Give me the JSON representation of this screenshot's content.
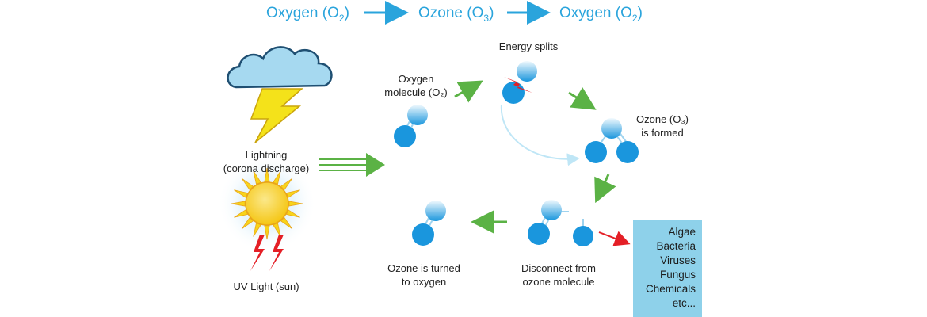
{
  "header": {
    "step1": "Oxygen (O",
    "step1_sub": "2",
    "step2": "Ozone (O",
    "step2_sub": "3",
    "step3": "Oxygen (O",
    "step3_sub": "2",
    "close": ")"
  },
  "sources": {
    "lightning_line1": "Lightning",
    "lightning_line2": "(corona discharge)",
    "uv": "UV Light (sun)"
  },
  "cycle": {
    "oxygen_line1": "Oxygen",
    "oxygen_line2": "molecule (O₂)",
    "energy": "Energy splits",
    "ozone_line1": "Ozone (O₃)",
    "ozone_line2": "is formed",
    "disconnect_line1": "Disconnect from",
    "disconnect_line2": "ozone molecule",
    "turned_line1": "Ozone is turned",
    "turned_line2": "to oxygen"
  },
  "targets": [
    "Algae",
    "Bacteria",
    "Viruses",
    "Fungus",
    "Chemicals",
    "etc..."
  ],
  "colors": {
    "title_blue": "#2aa4dc",
    "molecule_blue": "#1a96dd",
    "arrow_green": "#5bb245",
    "arrow_red": "#e41f26",
    "box_blue": "#8ed1ea",
    "cloud_blue": "#a6d9f0",
    "bolt_yellow": "#f4e21a",
    "sun_yellow": "#f8d41a"
  },
  "icons": [
    "cloud-icon",
    "lightning-bolt-icon",
    "sun-icon",
    "uv-spark-icon",
    "molecule-icon",
    "arrow-icon"
  ]
}
